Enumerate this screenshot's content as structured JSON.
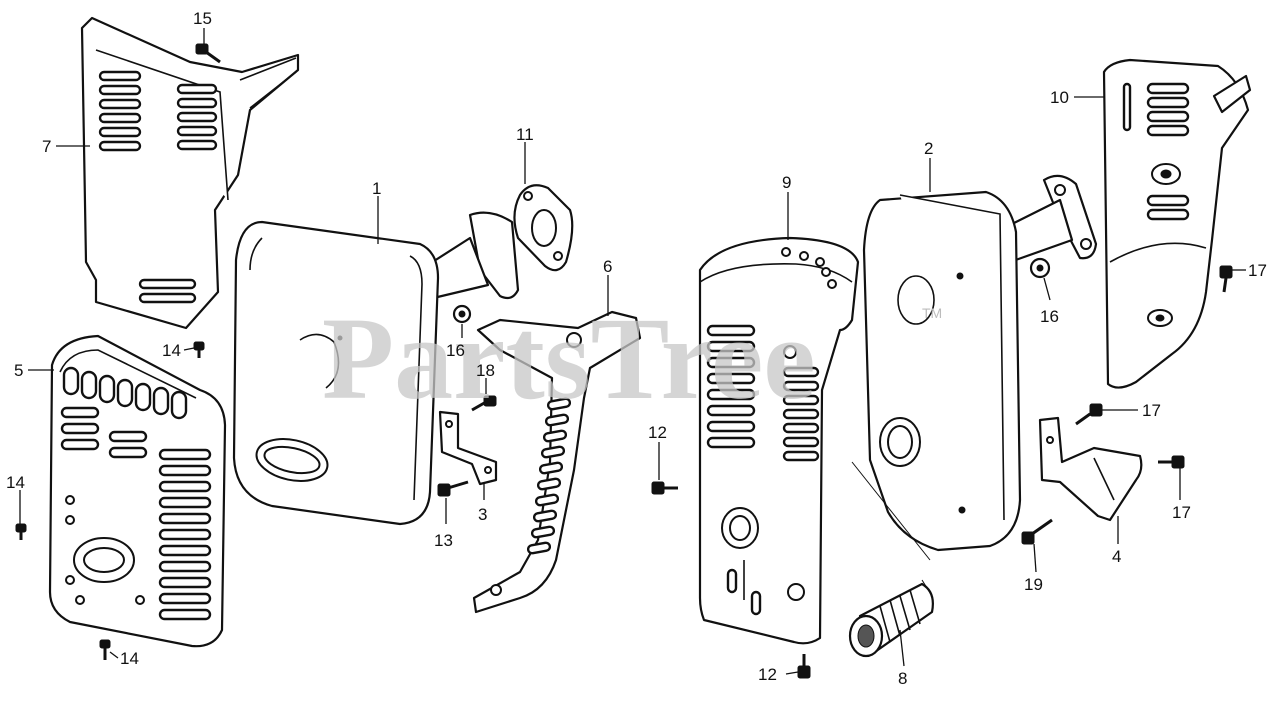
{
  "watermark": {
    "text": "PartsTree",
    "tm": "TM"
  },
  "callouts": {
    "p1": "1",
    "p2": "2",
    "p3": "3",
    "p4": "4",
    "p5": "5",
    "p6": "6",
    "p7": "7",
    "p8": "8",
    "p9": "9",
    "p10": "10",
    "p11": "11",
    "p12a": "12",
    "p12b": "12",
    "p13": "13",
    "p14a": "14",
    "p14b": "14",
    "p14c": "14",
    "p15": "15",
    "p16a": "16",
    "p16b": "16",
    "p17a": "17",
    "p17b": "17",
    "p17c": "17",
    "p18": "18",
    "p19": "19"
  }
}
